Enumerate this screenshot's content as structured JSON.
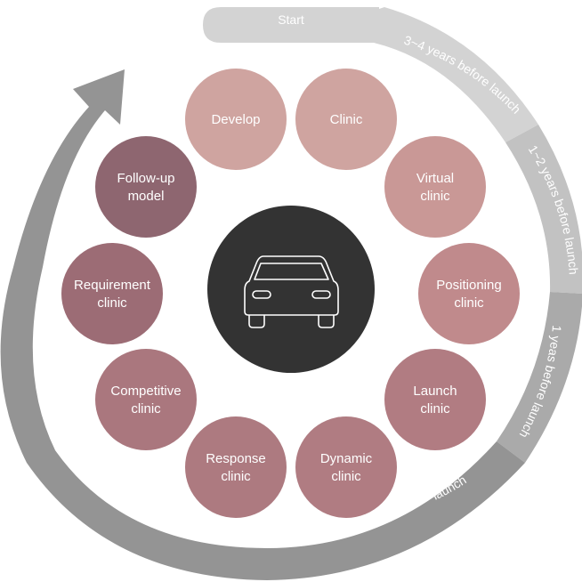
{
  "start_label": "Start",
  "phases": {
    "phase1": "3~4 years before launch",
    "phase2": "1~2 years before launch",
    "phase3": "1 yeas before launch",
    "launch": "launch"
  },
  "nodes": [
    {
      "lines": [
        "Develop"
      ],
      "color": "#cfa4a0"
    },
    {
      "lines": [
        "Clinic"
      ],
      "color": "#cfa4a0"
    },
    {
      "lines": [
        "Virtual",
        "clinic"
      ],
      "color": "#c99896"
    },
    {
      "lines": [
        "Positioning",
        "clinic"
      ],
      "color": "#c08a8c"
    },
    {
      "lines": [
        "Launch",
        "clinic"
      ],
      "color": "#b17c82"
    },
    {
      "lines": [
        "Dynamic",
        "clinic"
      ],
      "color": "#b07c82"
    },
    {
      "lines": [
        "Response",
        "clinic"
      ],
      "color": "#ad7a80"
    },
    {
      "lines": [
        "Competitive",
        "clinic"
      ],
      "color": "#aa777e"
    },
    {
      "lines": [
        "Requirement",
        "clinic"
      ],
      "color": "#9c6c75"
    },
    {
      "lines": [
        "Follow-up",
        "model"
      ],
      "color": "#8e6670"
    }
  ],
  "center_icon": "car-icon",
  "colors": {
    "center_fill": "#333333",
    "arc_dark": "#949494",
    "arc_mid": "#aaaaaa",
    "arc_light": "#c2c2c2",
    "arc_lightest": "#d3d3d3"
  }
}
